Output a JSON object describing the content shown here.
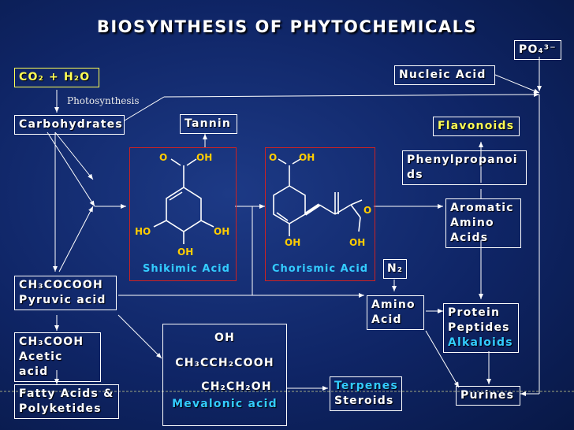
{
  "title": "BIOSYNTHESIS OF PHYTOCHEMICALS",
  "nodes": {
    "co2_h2o": "CO₂ + H₂O",
    "photosynthesis": "Photosynthesis",
    "carbohydrates": "Carbohydrates",
    "tannin": "Tannin",
    "nucleic_acid": "Nucleic Acid",
    "phosphate": "PO₄³⁻",
    "flavonoids": "Flavonoids",
    "phenylpropanoids": "Phenylpropanoids",
    "aromatic_amino_acids": [
      "Aromatic",
      "Amino",
      "Acids"
    ],
    "n2": "N₂",
    "amino_acid": [
      "Amino",
      "Acid"
    ],
    "protein": [
      "Protein",
      "Peptides"
    ],
    "alkaloids": "Alkaloids",
    "pyruvic": [
      "CH₃COCOOH",
      "Pyruvic acid"
    ],
    "acetic": [
      "CH₃COOH",
      "Acetic acid"
    ],
    "fatty": [
      "Fatty Acids &",
      "Polyketides"
    ],
    "mevalonic": {
      "oh": "OH",
      "formula": "CH₃CCH₂COOH",
      "side": "CH₂CH₂OH",
      "name": "Mevalonic acid"
    },
    "terpenes": "Terpenes",
    "steroids": "Steroids",
    "purines": "Purines"
  },
  "structures": {
    "shikimic": {
      "name": "Shikimic Acid",
      "atoms": {
        "o": "O",
        "oh_top": "OH",
        "ho_left": "HO",
        "oh_right": "OH",
        "oh_bottom": "OH"
      }
    },
    "chorismic": {
      "name": "Chorismic Acid",
      "atoms": {
        "o": "O",
        "oh_top": "OH",
        "o_right": "O",
        "oh_bl": "OH",
        "oh_br": "OH"
      }
    }
  },
  "colors": {
    "yellow": "#ffff55",
    "cyan": "#33ccff",
    "ring_border": "#cc2222",
    "atom_text": "#ffcc00"
  }
}
